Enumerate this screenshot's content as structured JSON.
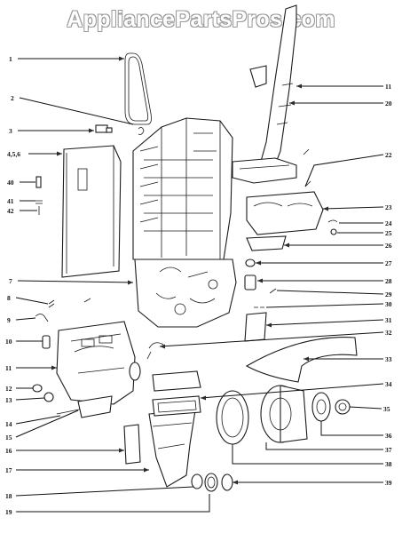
{
  "watermark": "AppliancePartsPros.com",
  "colors": {
    "line": "#111111",
    "background": "#ffffff",
    "watermark_outline": "#9a9a9a"
  },
  "callouts": {
    "c1": "1",
    "c2": "2",
    "c3": "3",
    "c4": "4,5,6",
    "c40": "40",
    "c41": "41",
    "c42": "42",
    "c7": "7",
    "c8": "8",
    "c9": "9",
    "c10": "10",
    "c11l": "11",
    "c12": "12",
    "c13": "13",
    "c14": "14",
    "c15": "15",
    "c16": "16",
    "c17": "17",
    "c18": "18",
    "c19": "19",
    "c11r": "11",
    "c20": "20",
    "c22": "22",
    "c23": "23",
    "c24": "24",
    "c25": "25",
    "c26": "26",
    "c27": "27",
    "c28": "28",
    "c29": "29",
    "c30": "30",
    "c31": "31",
    "c32": "32",
    "c33": "33",
    "c34": "34",
    "c35": "35",
    "c36": "36",
    "c37": "37",
    "c38": "38",
    "c39": "39"
  }
}
